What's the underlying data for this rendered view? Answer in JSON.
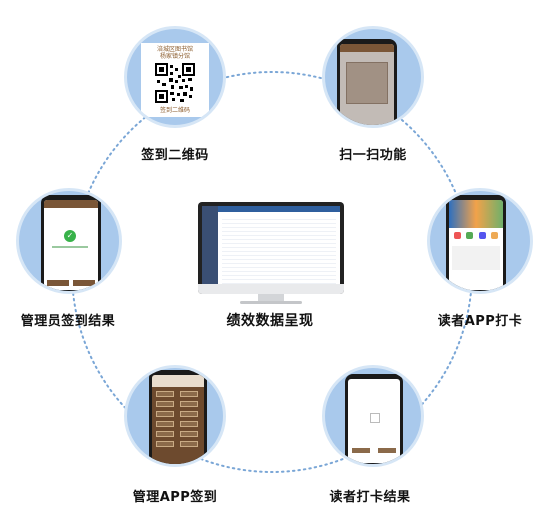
{
  "colors": {
    "circle_fill": "#a9c9ec",
    "ring_dots": "#7aa6d6",
    "brown_accent": "#7a5637",
    "qr_text": "#8a5a2a"
  },
  "nodes": {
    "sign_qr": {
      "label": "签到二维码",
      "card_line1": "涪城区图书馆",
      "card_line2": "杨家镇分馆",
      "card_footer": "签到二维码"
    },
    "scan": {
      "label": "扫一扫功能"
    },
    "reader_app": {
      "label": "读者APP打卡"
    },
    "reader_result": {
      "label": "读者打卡结果"
    },
    "admin_app": {
      "label": "管理APP签到"
    },
    "admin_result": {
      "label": "管理员签到结果"
    },
    "center": {
      "label": "绩效数据呈现"
    }
  }
}
